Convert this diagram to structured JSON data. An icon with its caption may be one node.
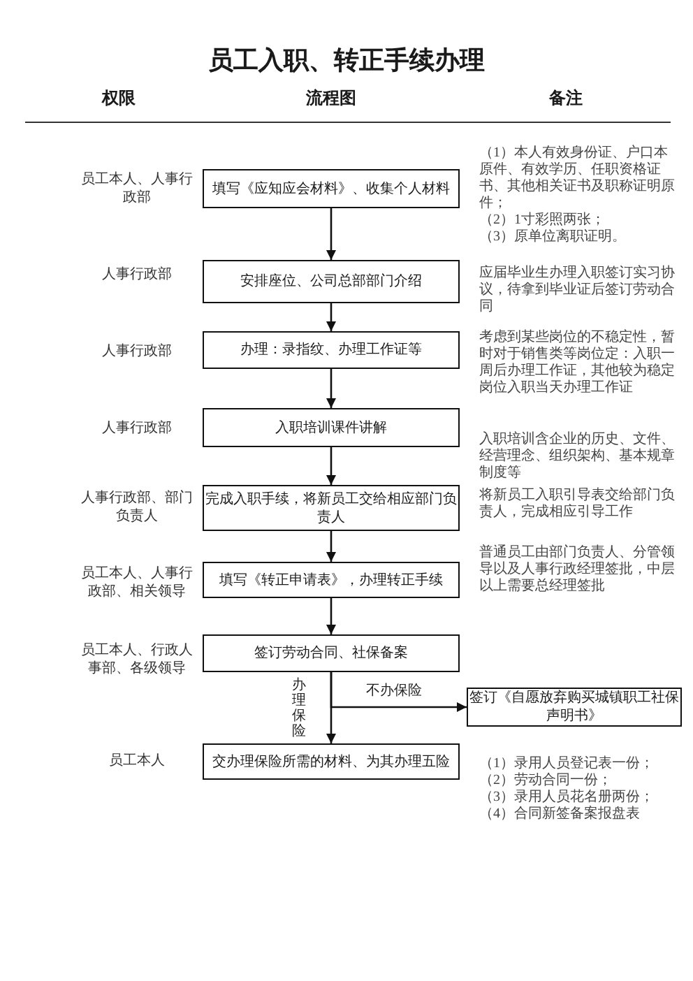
{
  "diagram": {
    "title": "员工入职、转正手续办理",
    "nodes": [
      {
        "text": [
          "填写《应知应会材料》、收集个人材料"
        ]
      },
      {
        "text": [
          "安排座位、公司总部部门介绍"
        ]
      },
      {
        "text": [
          "办理：录指纹、办理工作证等"
        ]
      },
      {
        "text": [
          "入职培训课件讲解"
        ]
      },
      {
        "text": [
          "完成入职手续，将新员工交给相应部门负责人"
        ]
      },
      {
        "text": [
          "填写《转正申请表》，办理转正手续"
        ]
      },
      {
        "text": [
          "签订劳动合同、社保备案"
        ]
      },
      {
        "text": [
          "交办理保险所需的材料、为其办理五险"
        ]
      },
      {
        "text": [
          "签订《自愿放弃购买城镇职工社保声明书》"
        ]
      }
    ],
    "edges": [
      {
        "from": 0,
        "to": 1,
        "arrow": "to"
      },
      {
        "from": 1,
        "to": 2,
        "arrow": "to"
      },
      {
        "from": 2,
        "to": 3,
        "arrow": "to"
      },
      {
        "from": 3,
        "to": 4,
        "arrow": "to"
      },
      {
        "from": 4,
        "to": 5,
        "arrow": "to"
      },
      {
        "from": 5,
        "to": 6,
        "arrow": "to"
      },
      {
        "from": 6,
        "to": 7,
        "arrow": "to",
        "label": "办理保险"
      },
      {
        "from": 6,
        "to": 8,
        "arrow": "to",
        "label": "不办保险"
      }
    ],
    "labels": [
      "权限",
      "流程图",
      "备注",
      "员工本人、人事行政部",
      "（1）本人有效身份证、户口本原件、有效学历、任职资格证书、其他相关证书及职称证明原件；",
      "（2）1寸彩照两张；",
      "（3）原单位离职证明。",
      "人事行政部",
      "应届毕业生办理入职签订实习协议，待拿到毕业证后签订劳动合同",
      "人事行政部",
      "考虑到某些岗位的不稳定性，暂时对于销售类等岗位定：入职一周后办理工作证，其他较为稳定岗位入职当天办理工作证",
      "人事行政部",
      "入职培训含企业的历史、文件、经营理念、组织架构、基本规章制度等",
      "人事行政部、部门负责人",
      "将新员工入职引导表交给部门负责人，完成相应引导工作",
      "员工本人、人事行政部、相关领导",
      "普通员工由部门负责人、分管领导以及人事行政经理签批，中层以上需要总经理签批",
      "员工本人、行政人事部、各级领导",
      "员工本人",
      "（1）录用人员登记表一份；",
      "（2）劳动合同一份；",
      "（3）录用人员花名册两份；",
      "（4）合同新签备案报盘表"
    ]
  }
}
